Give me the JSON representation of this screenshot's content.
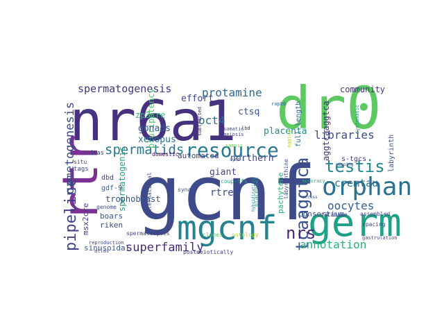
{
  "wordcloud": {
    "words": [
      {
        "text": "gcnf",
        "color": "#3e4a89"
      },
      {
        "text": "nr6a1",
        "color": "#46317e"
      },
      {
        "text": "dr0",
        "color": "#5ec962"
      },
      {
        "text": "rtr",
        "color": "#7b3294"
      },
      {
        "text": "germ",
        "color": "#1fa187"
      },
      {
        "text": "mgcnf",
        "color": "#26828e"
      },
      {
        "text": "orphan",
        "color": "#2c728e"
      },
      {
        "text": "resource",
        "color": "#2a788e"
      },
      {
        "text": "tcaaggtca",
        "color": "#3b528b"
      },
      {
        "text": "testis",
        "color": "#25858e"
      },
      {
        "text": "pipeline",
        "color": "#433e85"
      },
      {
        "text": "spermatids",
        "color": "#2a768e"
      },
      {
        "text": "gametogenesis",
        "color": "#3e4c8a"
      },
      {
        "text": "nrs",
        "color": "#482576"
      },
      {
        "text": "superfamily",
        "color": "#472c7a"
      },
      {
        "text": "annotation",
        "color": "#2ab07f"
      },
      {
        "text": "libraries",
        "color": "#3f4889"
      },
      {
        "text": "protamine",
        "color": "#31688e"
      },
      {
        "text": "spermatogenesis",
        "color": "#46327e"
      },
      {
        "text": "oocytes",
        "color": "#365d8d"
      },
      {
        "text": "cremtau",
        "color": "#2c718e"
      },
      {
        "text": "oct4",
        "color": "#2d708e"
      },
      {
        "text": "placenta",
        "color": "#21918c"
      },
      {
        "text": "aggtcaaggtca",
        "color": "#472d7b"
      },
      {
        "text": "community",
        "color": "#46337f"
      },
      {
        "text": "ctsq",
        "color": "#3b528b"
      },
      {
        "text": "effort",
        "color": "#404688"
      },
      {
        "text": "gonads",
        "color": "#355f8d"
      },
      {
        "text": "xenopus",
        "color": "#2e6f8e"
      },
      {
        "text": "zp3cre",
        "color": "#31b57b"
      },
      {
        "text": "pluripotency",
        "color": "#4ac16d"
      },
      {
        "text": "spermatogenic",
        "color": "#20a386"
      },
      {
        "text": "trophoblast",
        "color": "#3a548c"
      },
      {
        "text": "giant",
        "color": "#3f4788"
      },
      {
        "text": "rtre",
        "color": "#3e4c8a"
      },
      {
        "text": "northern",
        "color": "#414487"
      },
      {
        "text": "automated",
        "color": "#424086"
      },
      {
        "text": "boars",
        "color": "#3b518b"
      },
      {
        "text": "riken",
        "color": "#3f4788"
      },
      {
        "text": "sinusoidal",
        "color": "#38588c"
      },
      {
        "text": "msx2cre",
        "color": "#424086"
      },
      {
        "text": "pachytene",
        "color": "#2db27d"
      },
      {
        "text": "consortium",
        "color": "#39568c"
      },
      {
        "text": "full-length",
        "color": "#31688e"
      },
      {
        "text": "labyrinth",
        "color": "#3b528b"
      },
      {
        "text": "s-tgcs",
        "color": "#443983"
      },
      {
        "text": "dbd",
        "color": "#423f85"
      },
      {
        "text": "gdf-9",
        "color": "#375b8d"
      },
      {
        "text": "tags",
        "color": "#3e4a89"
      },
      {
        "text": "situ",
        "color": "#443a83"
      },
      {
        "text": "cdnas",
        "color": "#414487"
      },
      {
        "text": "genome",
        "color": "#3e4989"
      },
      {
        "text": "spermatocytes",
        "color": "#433e85"
      },
      {
        "text": "postmeiotically",
        "color": "#453781"
      },
      {
        "text": "clones",
        "color": "#5ec962"
      },
      {
        "text": "ontology",
        "color": "#b5de2b"
      },
      {
        "text": "placental",
        "color": "#1f9a8a"
      },
      {
        "text": "labyrinthine",
        "color": "#3b528b"
      },
      {
        "text": "database",
        "color": "#3f4788"
      },
      {
        "text": "assembled",
        "color": "#3e4a89"
      },
      {
        "text": "spacing",
        "color": "#423f85"
      },
      {
        "text": "gastrulation",
        "color": "#3f4889"
      },
      {
        "text": "coup-tfs",
        "color": "#22a785"
      },
      {
        "text": "domestic",
        "color": "#440154"
      },
      {
        "text": "syna",
        "color": "#3e4a89"
      },
      {
        "text": "international",
        "color": "#3f4788"
      },
      {
        "text": "reproduction",
        "color": "#404588"
      },
      {
        "text": "atlas",
        "color": "#453882"
      },
      {
        "text": "subtracted",
        "color": "#482173"
      },
      {
        "text": "meiosis",
        "color": "#404688"
      },
      {
        "text": "somatic",
        "color": "#3f4889"
      },
      {
        "text": "samvis",
        "color": "#6ccd5a"
      },
      {
        "text": "lbd",
        "color": "#482677"
      },
      {
        "text": "rap80",
        "color": "#31688e"
      },
      {
        "text": "eggtca",
        "color": "#bddf26"
      },
      {
        "text": "accuracy",
        "color": "#2ab07f"
      },
      {
        "text": "systematic",
        "color": "#21918c"
      },
      {
        "text": "synt-1",
        "color": "#31688e"
      },
      {
        "text": "hybridization",
        "color": "#26828e"
      },
      {
        "text": "cdna",
        "color": "#404588"
      },
      {
        "text": "access",
        "color": "#3e4c8a"
      },
      {
        "text": "mapping",
        "color": "#3b528b"
      }
    ]
  }
}
